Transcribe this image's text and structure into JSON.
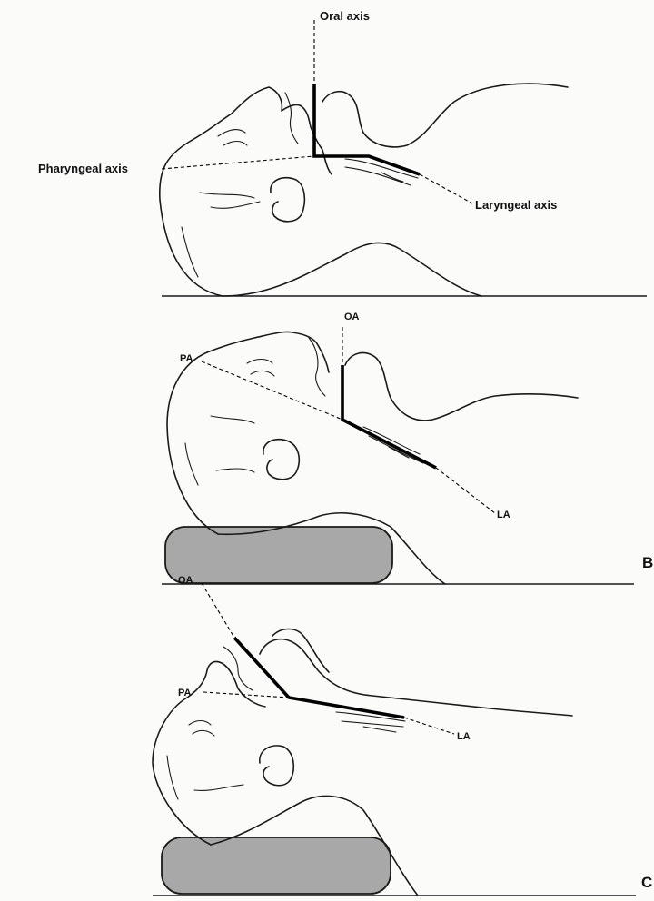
{
  "panels": [
    {
      "id": "A",
      "letter": "",
      "labels": {
        "oral_axis": "Oral axis",
        "pharyngeal_axis": "Pharyngeal axis",
        "laryngeal_axis": "Laryngeal axis"
      }
    },
    {
      "id": "B",
      "letter": "B",
      "labels": {
        "oral_axis": "OA",
        "pharyngeal_axis": "PA",
        "laryngeal_axis": "LA"
      }
    },
    {
      "id": "C",
      "letter": "C",
      "labels": {
        "oral_axis": "OA",
        "pharyngeal_axis": "PA",
        "laryngeal_axis": "LA"
      }
    }
  ],
  "colors": {
    "ink": "#1a1a1a",
    "pillow_fill": "#a8a8a8",
    "paper": "#fbfbf9"
  }
}
